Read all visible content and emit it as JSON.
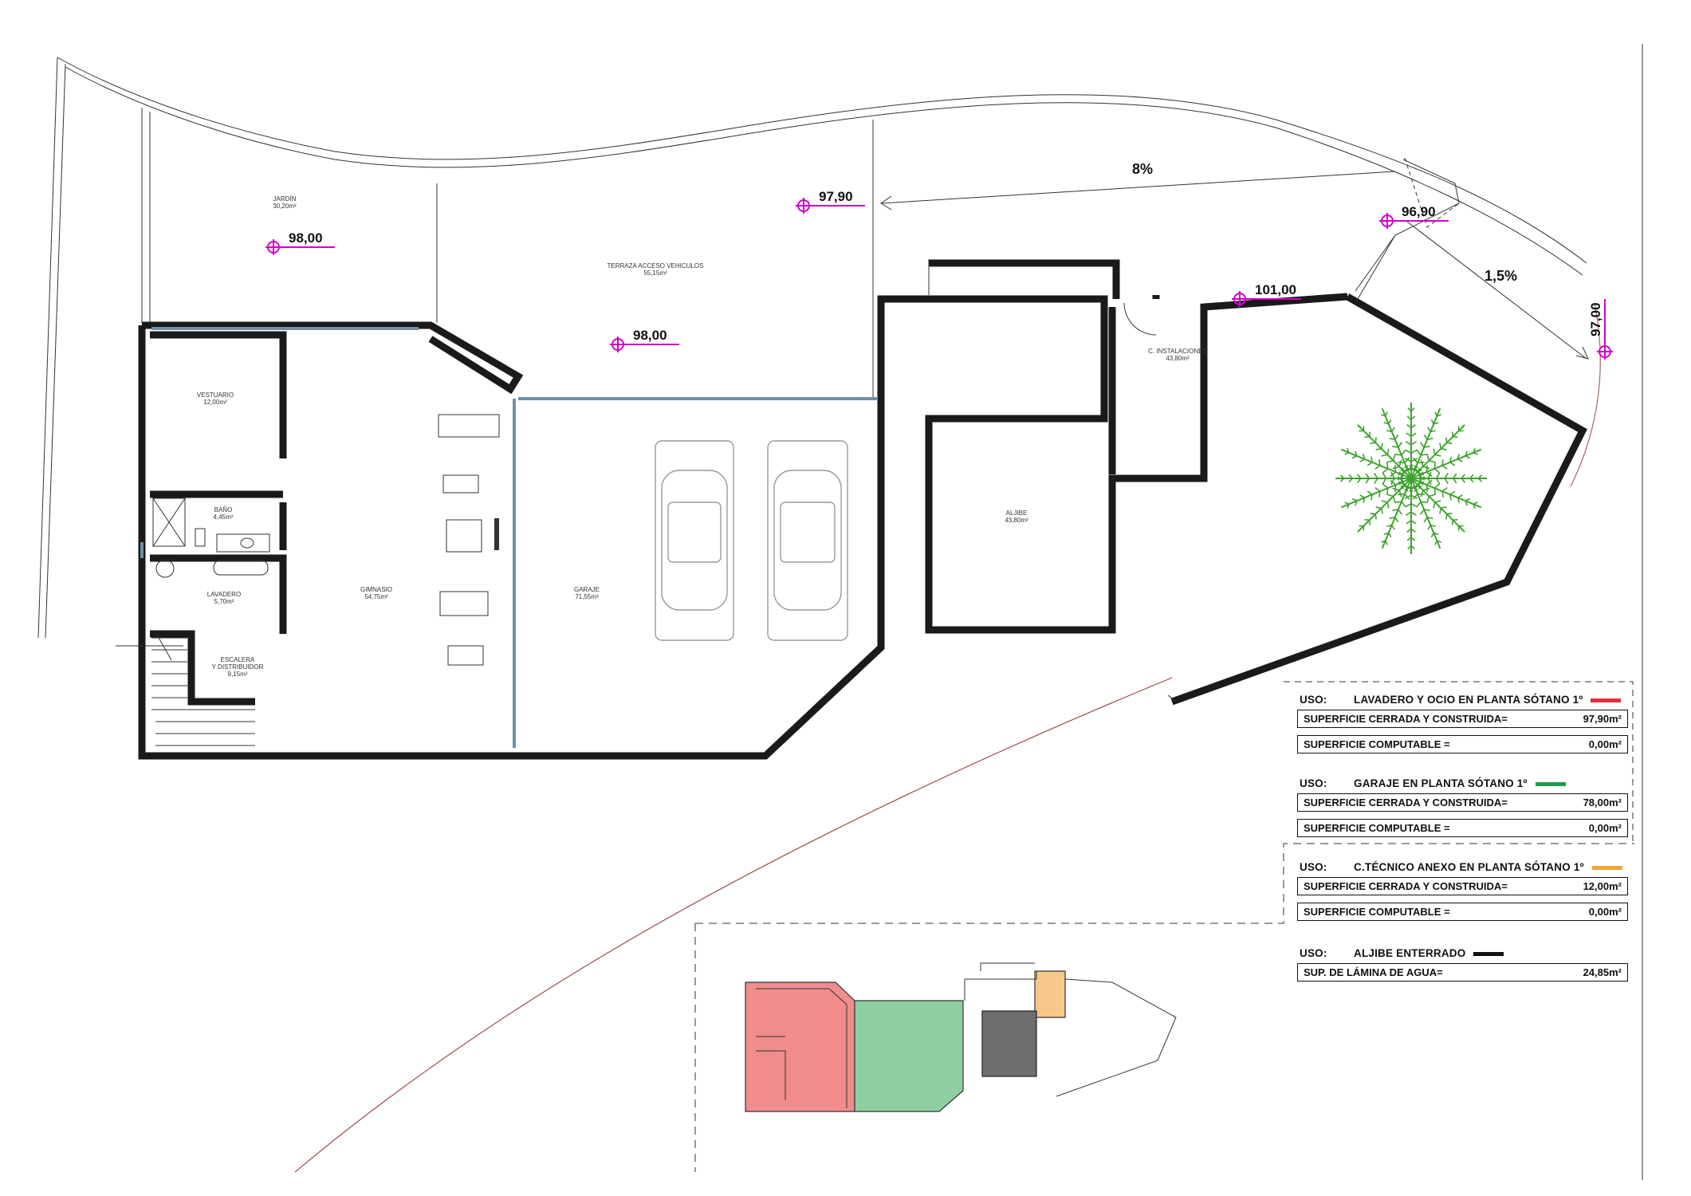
{
  "rooms": {
    "jardin": {
      "name": "JARDÍN",
      "area": "30,20m²"
    },
    "terraza": {
      "name": "TERRAZA ACCESO VEHICULOS",
      "area": "55,15m²"
    },
    "vestuario": {
      "name": "VESTUARIO",
      "area": "12,00m²"
    },
    "bano": {
      "name": "BAÑO",
      "area": "4,45m²"
    },
    "lavadero": {
      "name": "LAVADERO",
      "area": "5,70m²"
    },
    "escalera_1": "ESCALERA",
    "escalera_2": "Y DISTRIBUIDOR",
    "escalera_area": "9,15m²",
    "gimnasio": {
      "name": "GIMNASIO",
      "area": "54,75m²"
    },
    "garaje": {
      "name": "GARAJE",
      "area": "71,55m²"
    },
    "aljibe": {
      "name": "ALJIBE",
      "area": "43,80m²"
    },
    "instalaciones": {
      "name": "C. INSTALACIONES",
      "area": "43,80m²"
    }
  },
  "levels": {
    "jardin": "98,00",
    "terraza_top": "97,90",
    "terraza_mid": "98,00",
    "ramp_right": "96,90",
    "instalaciones": "101,00",
    "edge": "97,00"
  },
  "slopes": {
    "ramp": "8%",
    "path": "1,5%"
  },
  "legend": [
    {
      "uso_label": "USO:",
      "uso": "LAVADERO Y OCIO EN PLANTA SÓTANO 1º",
      "color": "#e2303a",
      "rows": [
        {
          "label": "SUPERFICIE CERRADA  Y CONSTRUIDA=",
          "value": "97,90m²"
        },
        {
          "label": "SUPERFICIE COMPUTABLE  =",
          "value": "0,00m²"
        }
      ]
    },
    {
      "uso_label": "USO:",
      "uso": "GARAJE EN PLANTA SÓTANO 1º",
      "color": "#1f9a4f",
      "rows": [
        {
          "label": "SUPERFICIE CERRADA  Y CONSTRUIDA=",
          "value": "78,00m²"
        },
        {
          "label": "SUPERFICIE COMPUTABLE  =",
          "value": "0,00m²"
        }
      ]
    },
    {
      "uso_label": "USO:",
      "uso": "C.TÉCNICO ANEXO EN PLANTA SÓTANO 1º",
      "color": "#f2a531",
      "rows": [
        {
          "label": "SUPERFICIE CERRADA  Y CONSTRUIDA=",
          "value": "12,00m²"
        },
        {
          "label": "SUPERFICIE COMPUTABLE  =",
          "value": "0,00m²"
        }
      ]
    },
    {
      "uso_label": "USO:",
      "uso": "ALJIBE  ENTERRADO",
      "color": "#111111",
      "rows": [
        {
          "label": "SUP. DE LÁMINA DE AGUA=",
          "value": "24,85m²"
        }
      ]
    }
  ],
  "colors": {
    "level_marker": "#d400c8",
    "key_lavadero": "#f08c8c",
    "key_garaje": "#8fcf9f",
    "key_tecnico": "#f6c98a",
    "key_aljibe": "#6d6d6d",
    "palm": "#3fa22e"
  }
}
